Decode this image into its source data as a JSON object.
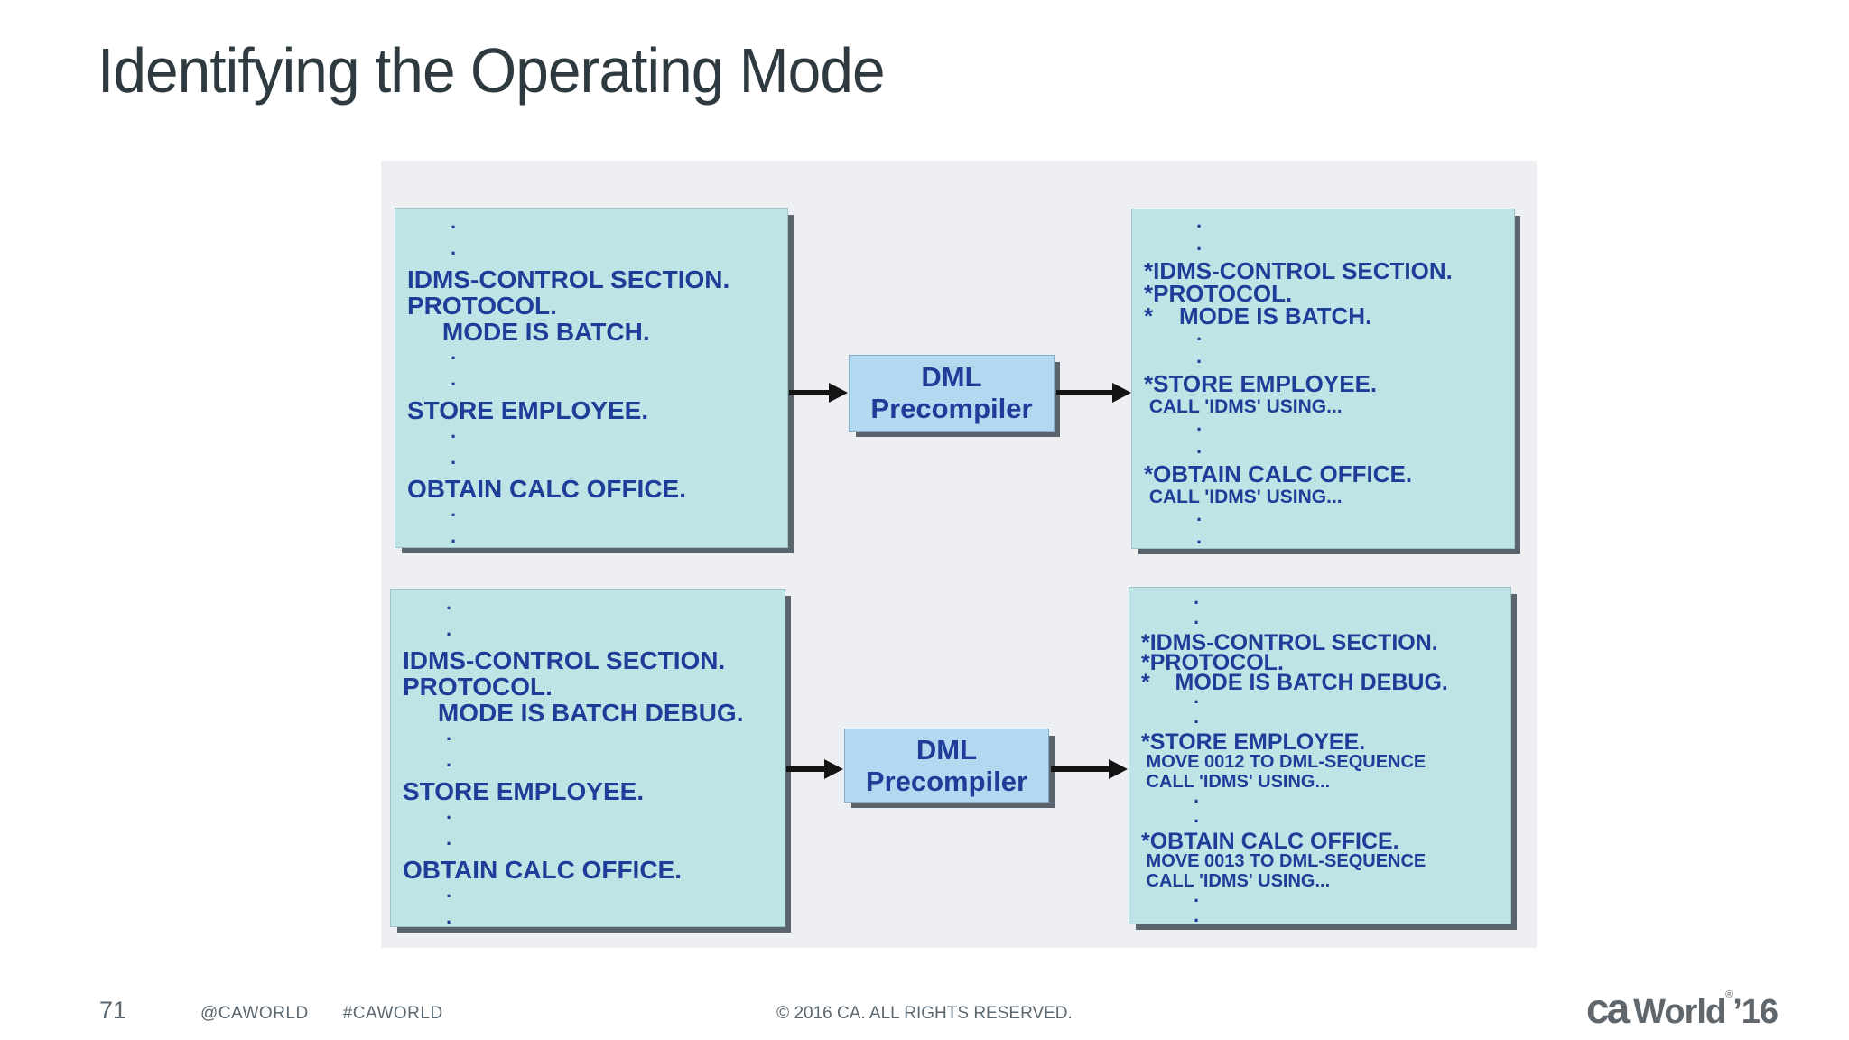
{
  "title": "Identifying the Operating Mode",
  "colors": {
    "code_box_fill": "#bfe4e6",
    "processor_box_fill": "#b3d9f0",
    "code_text_blue": "#1e3d99",
    "panel_background": "#edeff2",
    "shadow_gray": "#5a646c",
    "title_color": "#2f3a40",
    "footer_gray": "#5a6770"
  },
  "diagram": {
    "rows": [
      {
        "source": {
          "lines": [
            {
              "k": "dot",
              "t": "·"
            },
            {
              "k": "dot",
              "t": "·"
            },
            {
              "k": "stmt",
              "t": "IDMS-CONTROL SECTION."
            },
            {
              "k": "stmt",
              "t": "PROTOCOL."
            },
            {
              "k": "stmt",
              "t": "     MODE IS BATCH."
            },
            {
              "k": "dot",
              "t": "·"
            },
            {
              "k": "dot",
              "t": "·"
            },
            {
              "k": "stmt",
              "t": "STORE EMPLOYEE."
            },
            {
              "k": "dot",
              "t": "·"
            },
            {
              "k": "dot",
              "t": "·"
            },
            {
              "k": "stmt",
              "t": "OBTAIN CALC OFFICE."
            },
            {
              "k": "dot",
              "t": "·"
            },
            {
              "k": "dot",
              "t": "·"
            }
          ]
        },
        "processor": {
          "line1": "DML",
          "line2": "Precompiler"
        },
        "output": {
          "lines": [
            {
              "k": "dot",
              "t": "·"
            },
            {
              "k": "dot",
              "t": "·"
            },
            {
              "k": "stmt",
              "t": "*IDMS-CONTROL SECTION."
            },
            {
              "k": "stmt",
              "t": "*PROTOCOL."
            },
            {
              "k": "stmt",
              "t": "*    MODE IS BATCH."
            },
            {
              "k": "dot",
              "t": "·"
            },
            {
              "k": "dot",
              "t": "·"
            },
            {
              "k": "stmt",
              "t": "*STORE EMPLOYEE."
            },
            {
              "k": "gen",
              "t": " CALL 'IDMS' USING..."
            },
            {
              "k": "dot",
              "t": "·"
            },
            {
              "k": "dot",
              "t": "·"
            },
            {
              "k": "stmt",
              "t": "*OBTAIN CALC OFFICE."
            },
            {
              "k": "gen",
              "t": " CALL 'IDMS' USING..."
            },
            {
              "k": "dot",
              "t": "·"
            },
            {
              "k": "dot",
              "t": "·"
            }
          ]
        }
      },
      {
        "source": {
          "lines": [
            {
              "k": "dot",
              "t": "·"
            },
            {
              "k": "dot",
              "t": "·"
            },
            {
              "k": "stmt",
              "t": "IDMS-CONTROL SECTION."
            },
            {
              "k": "stmt",
              "t": "PROTOCOL."
            },
            {
              "k": "stmt",
              "t": "     MODE IS BATCH DEBUG."
            },
            {
              "k": "dot",
              "t": "·"
            },
            {
              "k": "dot",
              "t": "·"
            },
            {
              "k": "stmt",
              "t": "STORE EMPLOYEE."
            },
            {
              "k": "dot",
              "t": "·"
            },
            {
              "k": "dot",
              "t": "·"
            },
            {
              "k": "stmt",
              "t": "OBTAIN CALC OFFICE."
            },
            {
              "k": "dot",
              "t": "·"
            },
            {
              "k": "dot",
              "t": "·"
            }
          ]
        },
        "processor": {
          "line1": "DML",
          "line2": "Precompiler"
        },
        "output": {
          "lines": [
            {
              "k": "dot",
              "t": "·"
            },
            {
              "k": "dot",
              "t": "·"
            },
            {
              "k": "stmt",
              "t": "*IDMS-CONTROL SECTION."
            },
            {
              "k": "stmt",
              "t": "*PROTOCOL."
            },
            {
              "k": "stmt",
              "t": "*    MODE IS BATCH DEBUG."
            },
            {
              "k": "dot",
              "t": "·"
            },
            {
              "k": "dot",
              "t": "·"
            },
            {
              "k": "stmt",
              "t": "*STORE EMPLOYEE."
            },
            {
              "k": "gen",
              "t": " MOVE 0012 TO DML-SEQUENCE"
            },
            {
              "k": "gen",
              "t": " CALL 'IDMS' USING..."
            },
            {
              "k": "dot",
              "t": "·"
            },
            {
              "k": "dot",
              "t": "·"
            },
            {
              "k": "stmt",
              "t": "*OBTAIN CALC OFFICE."
            },
            {
              "k": "gen",
              "t": " MOVE 0013 TO DML-SEQUENCE"
            },
            {
              "k": "gen",
              "t": " CALL 'IDMS' USING..."
            },
            {
              "k": "dot",
              "t": "·"
            },
            {
              "k": "dot",
              "t": "·"
            }
          ]
        }
      }
    ]
  },
  "footer": {
    "page_number": "71",
    "social_handle": "@CAWORLD",
    "social_hashtag": "#CAWORLD",
    "copyright": "© 2016 CA. ALL RIGHTS RESERVED.",
    "logo_ca": "ca",
    "logo_world": "World",
    "logo_reg": "®",
    "logo_year": "’16"
  }
}
